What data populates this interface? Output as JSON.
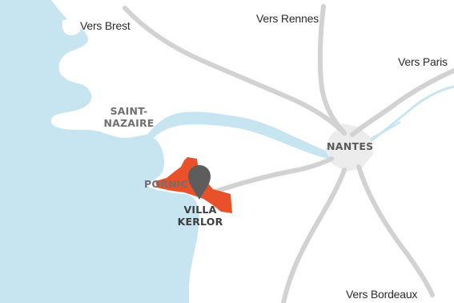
{
  "colors": {
    "sea": "#c7e5f1",
    "land": "#ffffff",
    "road": "#d2d2d2",
    "region": "#e9512a",
    "pin": "#5d5d5d",
    "nantes_area": "#ececec"
  },
  "labels": {
    "vers_brest": "Vers Brest",
    "vers_rennes": "Vers Rennes",
    "vers_paris": "Vers Paris",
    "vers_bordeaux": "Vers Bordeaux",
    "saint_nazaire_1": "SAINT-",
    "saint_nazaire_2": "NAZAIRE",
    "pornic": "PORNIC",
    "nantes": "NANTES",
    "villa_1": "VILLA",
    "villa_2": "KERLOR"
  },
  "icons": {
    "marker": "map-pin-icon"
  }
}
